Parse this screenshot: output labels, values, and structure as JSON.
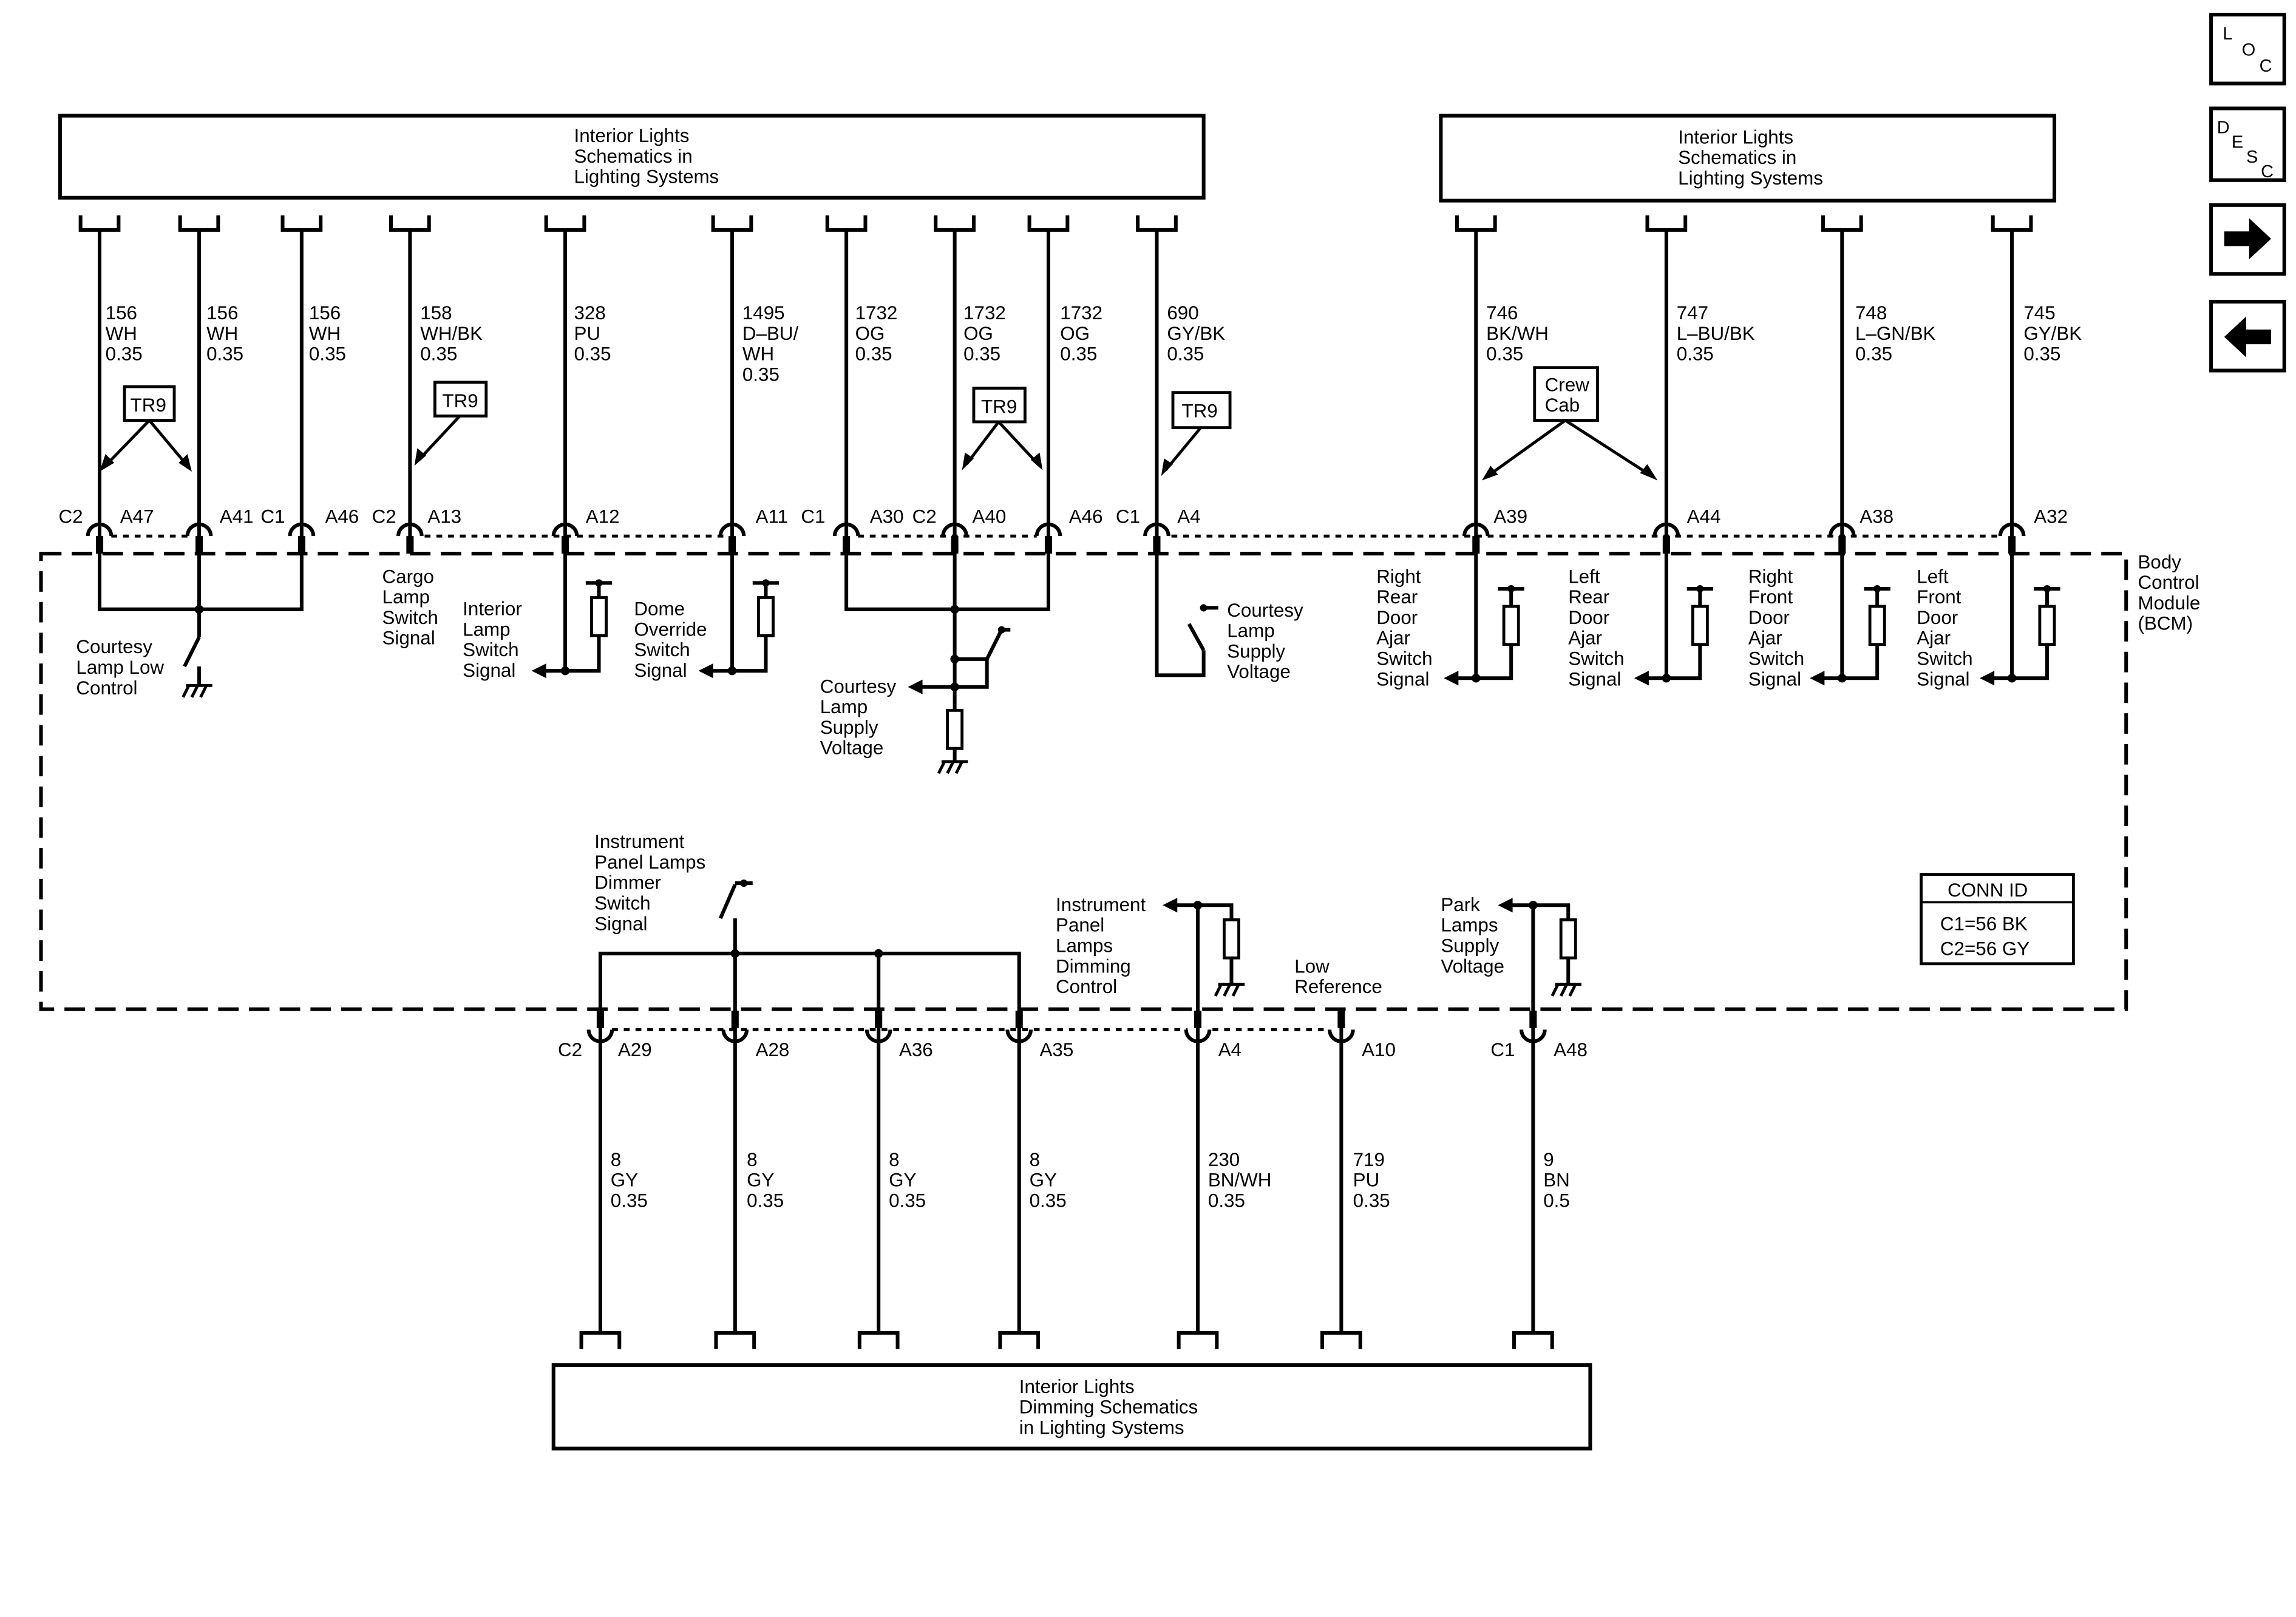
{
  "nav": {
    "loc": [
      "L",
      "O",
      "C"
    ],
    "desc": [
      "D",
      "E",
      "S",
      "C"
    ],
    "forward": "forward-arrow-icon",
    "back": "back-arrow-icon"
  },
  "boxes": {
    "top_left": [
      "Interior Lights",
      "Schematics in",
      "Lighting Systems"
    ],
    "top_right": [
      "Interior Lights",
      "Schematics in",
      "Lighting Systems"
    ],
    "bottom": [
      "Interior Lights",
      "Dimming Schematics",
      "in Lighting Systems"
    ]
  },
  "module": {
    "name": [
      "Body",
      "Control",
      "Module",
      "(BCM)"
    ],
    "conn_id": {
      "title": "CONN ID",
      "lines": [
        "C1=56 BK",
        "C2=56 GY"
      ]
    }
  },
  "wires": {
    "top": [
      {
        "label": [
          "156",
          "WH",
          "0.35"
        ],
        "pin": "A47",
        "conn": "C2"
      },
      {
        "label": [
          "156",
          "WH",
          "0.35"
        ],
        "pin": "A41",
        "conn": ""
      },
      {
        "label": [
          "156",
          "WH",
          "0.35"
        ],
        "pin": "A46",
        "conn": "C1"
      },
      {
        "label": [
          "158",
          "WH/BK",
          "0.35"
        ],
        "pin": "A13",
        "conn": "C2"
      },
      {
        "label": [
          "328",
          "PU",
          "0.35"
        ],
        "pin": "A12",
        "conn": ""
      },
      {
        "label": [
          "1495",
          "D–BU/",
          "WH",
          "0.35"
        ],
        "pin": "A11",
        "conn": ""
      },
      {
        "label": [
          "1732",
          "OG",
          "0.35"
        ],
        "pin": "A30",
        "conn": "C1"
      },
      {
        "label": [
          "1732",
          "OG",
          "0.35"
        ],
        "pin": "A40",
        "conn": "C2"
      },
      {
        "label": [
          "1732",
          "OG",
          "0.35"
        ],
        "pin": "A46",
        "conn": ""
      },
      {
        "label": [
          "690",
          "GY/BK",
          "0.35"
        ],
        "pin": "A4",
        "conn": "C1"
      },
      {
        "label": [
          "746",
          "BK/WH",
          "0.35"
        ],
        "pin": "A39",
        "conn": ""
      },
      {
        "label": [
          "747",
          "L–BU/BK",
          "0.35"
        ],
        "pin": "A44",
        "conn": ""
      },
      {
        "label": [
          "748",
          "L–GN/BK",
          "0.35"
        ],
        "pin": "A38",
        "conn": ""
      },
      {
        "label": [
          "745",
          "GY/BK",
          "0.35"
        ],
        "pin": "A32",
        "conn": ""
      }
    ],
    "bottom": [
      {
        "label": [
          "8",
          "GY",
          "0.35"
        ],
        "pin": "A29",
        "conn": "C2"
      },
      {
        "label": [
          "8",
          "GY",
          "0.35"
        ],
        "pin": "A28",
        "conn": ""
      },
      {
        "label": [
          "8",
          "GY",
          "0.35"
        ],
        "pin": "A36",
        "conn": ""
      },
      {
        "label": [
          "8",
          "GY",
          "0.35"
        ],
        "pin": "A35",
        "conn": ""
      },
      {
        "label": [
          "230",
          "BN/WH",
          "0.35"
        ],
        "pin": "A4",
        "conn": ""
      },
      {
        "label": [
          "719",
          "PU",
          "0.35"
        ],
        "pin": "A10",
        "conn": ""
      },
      {
        "label": [
          "9",
          "BN",
          "0.5"
        ],
        "pin": "A48",
        "conn": "C1"
      }
    ]
  },
  "tags": {
    "tr9": "TR9",
    "crew_cab": [
      "Crew",
      "Cab"
    ]
  },
  "signals": {
    "courtesy_low": [
      "Courtesy",
      "Lamp Low",
      "Control"
    ],
    "cargo": [
      "Cargo",
      "Lamp",
      "Switch",
      "Signal"
    ],
    "interior": [
      "Interior",
      "Lamp",
      "Switch",
      "Signal"
    ],
    "dome": [
      "Dome",
      "Override",
      "Switch",
      "Signal"
    ],
    "courtesy_supply": [
      "Courtesy",
      "Lamp",
      "Supply",
      "Voltage"
    ],
    "courtesy_supply2": [
      "Courtesy",
      "Lamp",
      "Supply",
      "Voltage"
    ],
    "rr_door": [
      "Right",
      "Rear",
      "Door",
      "Ajar",
      "Switch",
      "Signal"
    ],
    "lr_door": [
      "Left",
      "Rear",
      "Door",
      "Ajar",
      "Switch",
      "Signal"
    ],
    "rf_door": [
      "Right",
      "Front",
      "Door",
      "Ajar",
      "Switch",
      "Signal"
    ],
    "lf_door": [
      "Left",
      "Front",
      "Door",
      "Ajar",
      "Switch",
      "Signal"
    ],
    "ip_dimmer": [
      "Instrument",
      "Panel Lamps",
      "Dimmer",
      "Switch",
      "Signal"
    ],
    "ip_dimming": [
      "Instrument",
      "Panel",
      "Lamps",
      "Dimming",
      "Control"
    ],
    "low_ref": [
      "Low",
      "Reference"
    ],
    "park": [
      "Park",
      "Lamps",
      "Supply",
      "Voltage"
    ]
  }
}
